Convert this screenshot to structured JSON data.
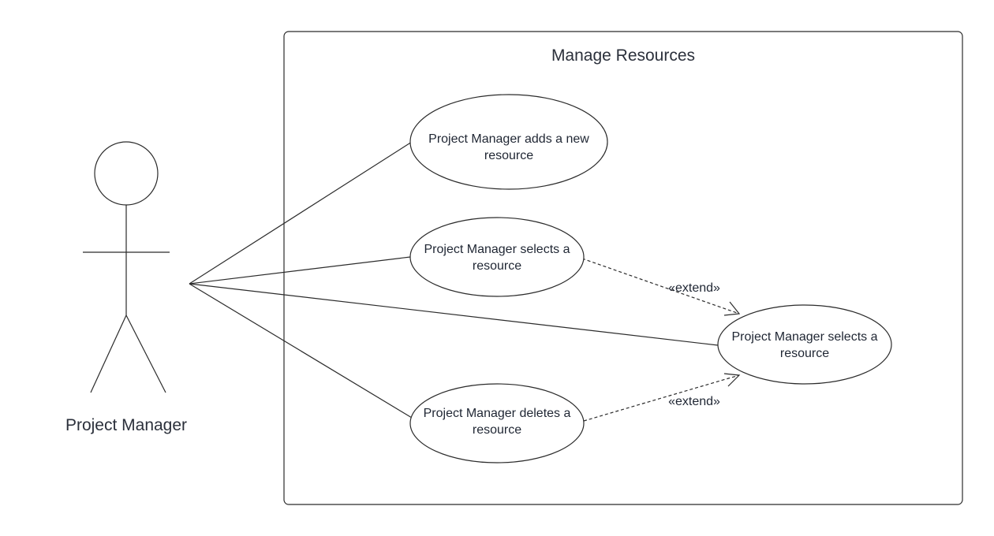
{
  "system": {
    "title": "Manage Resources"
  },
  "actor": {
    "label": "Project Manager"
  },
  "use_cases": [
    {
      "line1": "Project Manager adds a new",
      "line2": "resource"
    },
    {
      "line1": "Project Manager selects a",
      "line2": "resource"
    },
    {
      "line1": "Project Manager selects a",
      "line2": "resource"
    },
    {
      "line1": "Project Manager deletes a",
      "line2": "resource"
    }
  ],
  "relations": {
    "extend_1": "«extend»",
    "extend_2": "«extend»"
  },
  "colors": {
    "line": "#2b2b2b",
    "text": "#1f2633",
    "background": "#ffffff"
  }
}
